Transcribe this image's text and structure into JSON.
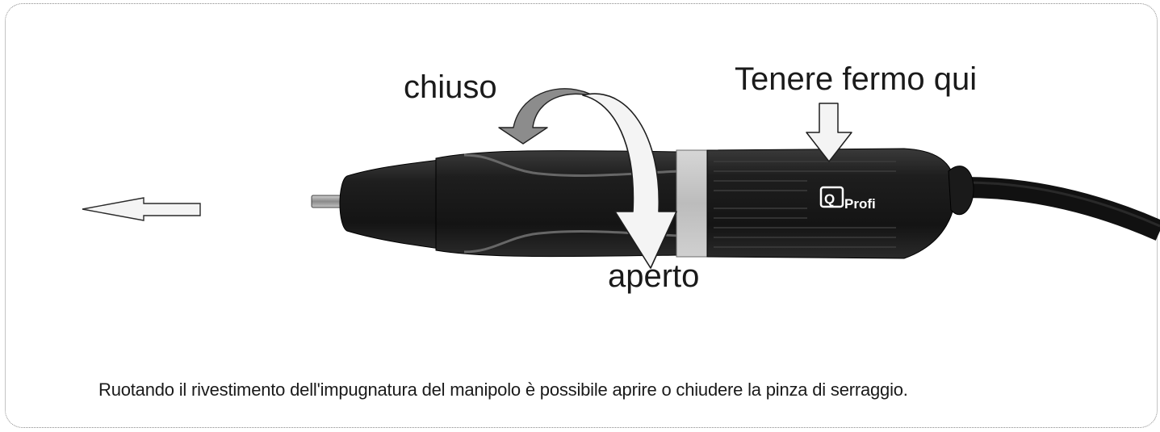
{
  "labels": {
    "closed": "chiuso",
    "open": "aperto",
    "hold_here": "Tenere fermo qui"
  },
  "caption": "Ruotando il rivestimento dell'impugnatura del manipolo è possibile aprire o chiudere la pinza di serraggio.",
  "brand": {
    "logo_letter": "Q",
    "logo_text": "Profi"
  },
  "icons": {
    "direction_arrow": "arrow-left-icon",
    "closed_arrow": "curved-arrow-left-icon",
    "open_arrow": "curved-arrow-down-icon",
    "hold_arrow": "arrow-down-icon"
  },
  "colors": {
    "handpiece_body": "#222222",
    "grip_ring": "#c8c8c8",
    "arrow_fill": "#f2f2f2",
    "arrow_dark_fill": "#8c8c8c"
  }
}
